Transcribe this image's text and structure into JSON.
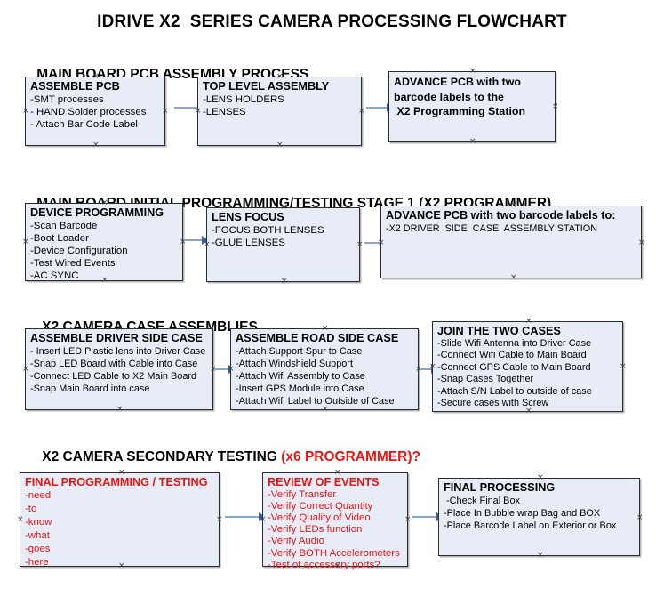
{
  "title": "IDRIVE X2  SERIES CAMERA PROCESSING FLOWCHART",
  "sections": [
    {
      "id": "main-board-pcb-assembly",
      "heading": "MAIN BOARD PCB ASSEMBLY PROCESS",
      "heading_red": "",
      "nodes": [
        {
          "id": "assemble-pcb",
          "header": "ASSEMBLE PCB",
          "lines": [
            "-SMT processes",
            "- HAND Solder processes",
            "- Attach Bar Code Label"
          ],
          "color": "black",
          "bold_body": false
        },
        {
          "id": "top-level-assembly",
          "header": "TOP LEVEL ASSEMBLY",
          "lines": [
            "-LENS HOLDERS",
            "-LENSES"
          ],
          "color": "black",
          "bold_body": false
        },
        {
          "id": "advance-pcb-programming-station",
          "header": "ADVANCE PCB with two",
          "lines": [
            "barcode labels to the",
            " X2 Programming Station"
          ],
          "color": "black",
          "bold_body": true
        }
      ]
    },
    {
      "id": "main-board-initial-programming",
      "heading": "MAIN BOARD INITIAL PROGRAMMING/TESTING STAGE 1 (X2 PROGRAMMER)",
      "heading_red": "",
      "nodes": [
        {
          "id": "device-programming",
          "header": "DEVICE PROGRAMMING",
          "lines": [
            "-Scan Barcode",
            "-Boot Loader",
            "-Device Configuration",
            "-Test Wired Events",
            "-AC SYNC"
          ],
          "color": "black",
          "bold_body": false
        },
        {
          "id": "lens-focus",
          "header": "LENS FOCUS",
          "lines": [
            "-FOCUS BOTH LENSES",
            "-GLUE LENSES"
          ],
          "color": "black",
          "bold_body": false
        },
        {
          "id": "advance-pcb-driver-side-case",
          "header": "ADVANCE PCB with two barcode labels to:",
          "lines": [
            "-X2 DRIVER  SIDE  CASE  ASSEMBLY STATION"
          ],
          "color": "black",
          "bold_body": false
        }
      ]
    },
    {
      "id": "x2-camera-case-assemblies",
      "heading": "X2 CAMERA CASE ASSEMBLIES",
      "heading_red": "",
      "nodes": [
        {
          "id": "assemble-driver-side-case",
          "header": "ASSEMBLE DRIVER SIDE CASE",
          "lines": [
            "- Insert LED Plastic lens into Driver Case",
            "-Snap LED Board with Cable into Case",
            "-Connect LED Cable to X2 Main Board",
            "-Snap Main Board into case"
          ],
          "color": "black",
          "bold_body": false
        },
        {
          "id": "assemble-road-side-case",
          "header": "ASSEMBLE ROAD SIDE CASE",
          "lines": [
            "-Attach Support Spur to Case",
            "-Attach Windshield Support",
            "-Attach Wifi Assembly to Case",
            "-Insert GPS Module into Case",
            "-Attach Wifi Label to Outside of Case"
          ],
          "color": "black",
          "bold_body": false
        },
        {
          "id": "join-the-two-cases",
          "header": "JOIN THE TWO CASES",
          "lines": [
            "-Slide Wifi Antenna into Driver Case",
            "-Connect Wifi Cable to Main Board",
            "-Connect GPS Cable to Main Board",
            "-Snap Cases Together",
            "-Attach S/N Label to outside of case",
            "-Secure cases with Screw"
          ],
          "color": "black",
          "bold_body": false
        }
      ]
    },
    {
      "id": "x2-camera-secondary-testing",
      "heading": "X2 CAMERA SECONDARY TESTING ",
      "heading_red": "(x6 PROGRAMMER)?",
      "nodes": [
        {
          "id": "final-programming-testing",
          "header": "FINAL PROGRAMMING / TESTING",
          "lines": [
            "-need",
            "-to",
            "-know",
            "-what",
            "-goes",
            "-here"
          ],
          "color": "red",
          "bold_body": false
        },
        {
          "id": "review-of-events",
          "header": "REVIEW OF EVENTS",
          "lines": [
            "-Verify Transfer",
            "-Verify Correct Quantity",
            "-Verify Quality of Video",
            "-Verify LEDs function",
            "-Verify Audio",
            "-Verify BOTH Accelerometers",
            "-Test of accessory ports?"
          ],
          "color": "red",
          "bold_body": false
        },
        {
          "id": "final-processing",
          "header": "FINAL PROCESSING",
          "lines": [
            " -Check Final Box",
            "-Place In Bubble wrap Bag and BOX",
            "-Place Barcode Label on Exterior or Box"
          ],
          "color": "black",
          "bold_body": false
        }
      ]
    }
  ],
  "colors": {
    "box_fill": "#e7ecf6",
    "box_border": "#2b2b2b",
    "connector": "#8ba6c4",
    "arrowhead": "#3a5f9e",
    "red_text": "#e81414",
    "text": "#000000",
    "background": "#ffffff"
  }
}
